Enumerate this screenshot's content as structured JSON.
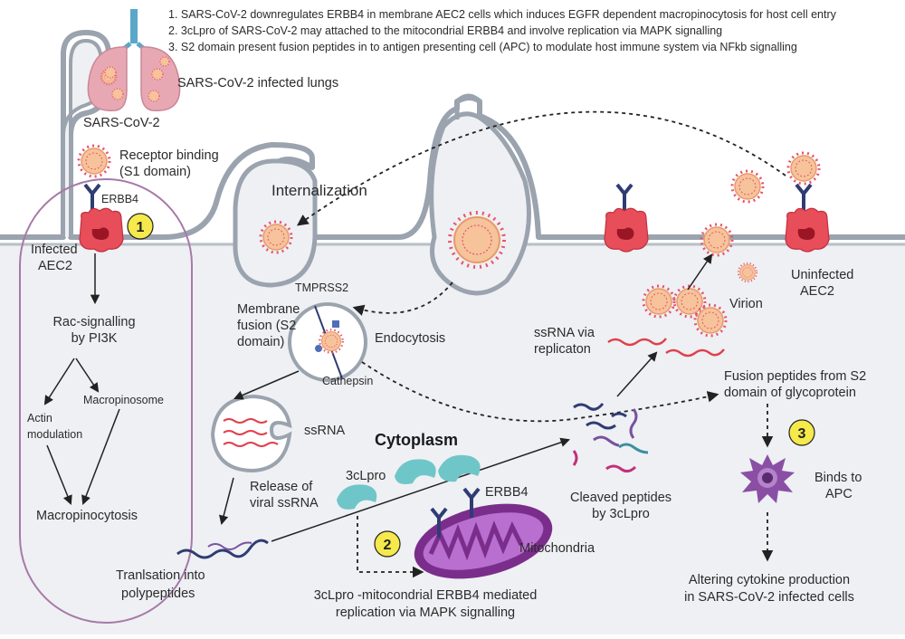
{
  "notes": [
    "1. SARS-CoV-2 downregulates ERBB4 in membrane AEC2 cells which induces EGFR dependent macropinocytosis for host cell entry",
    "2. 3cLpro of SARS-CoV-2 may attached to the mitocondrial ERBB4 and involve replication via MAPK signalling",
    "3. S2 domain present fusion peptides in to antigen presenting cell (APC) to modulate host immune system via NFkb signalling"
  ],
  "labels": {
    "infected_lungs": "SARS-CoV-2 infected lungs",
    "sars_cov_2": "SARS-CoV-2",
    "receptor_binding_1": "Receptor binding",
    "receptor_binding_2": "(S1 domain)",
    "erbb4_top": "ERBB4",
    "infected_1": "Infected",
    "infected_2": "AEC2",
    "internalization": "Internalization",
    "rac_1": "Rac-signalling",
    "rac_2": "by PI3K",
    "actin_1": "Actin",
    "actin_2": "modulation",
    "macropinosome": "Macropinosome",
    "macropinocytosis": "Macropinocytosis",
    "tmprss2": "TMPRSS2",
    "membrane_fusion_1": "Membrane",
    "membrane_fusion_2": "fusion (S2",
    "membrane_fusion_3": "domain)",
    "endocytosis": "Endocytosis",
    "cathepsin": "Cathepsin",
    "ssrna": "ssRNA",
    "cytoplasm": "Cytoplasm",
    "release_1": "Release of",
    "release_2": "viral ssRNA",
    "threeclpro": "3cLpro",
    "erbb4_mito": "ERBB4",
    "mitochondria": "Mitochondria",
    "translation_1": "Tranlsation into",
    "translation_2": "polypeptides",
    "mito_repl_1": "3cLpro -mitocondrial ERBB4 mediated",
    "mito_repl_2": "replication via MAPK signalling",
    "ssrna_repl_1": "ssRNA via",
    "ssrna_repl_2": "replicaton",
    "virion": "Virion",
    "uninfected_1": "Uninfected",
    "uninfected_2": "AEC2",
    "fusion_pep_1": "Fusion peptides from S2",
    "fusion_pep_2": "domain of glycoprotein",
    "cleaved_1": "Cleaved peptides",
    "cleaved_2": "by 3cLpro",
    "binds_1": "Binds to",
    "binds_2": "APC",
    "altering_1": "Altering cytokine production",
    "altering_2": "in SARS-CoV-2 infected cells"
  },
  "badges": {
    "one": "1",
    "two": "2",
    "three": "3"
  },
  "colors": {
    "cytoplasm": "#eef0f3",
    "membrane": "#9aa3ae",
    "virus": "#f4b183",
    "virus_spike": "#e9546b",
    "receptor": "#2f3c73",
    "aec2": "#e84e5a",
    "badge": "#f5e94b",
    "mito": "#7b2d8c",
    "protease": "#6fc6c9",
    "apc": "#8a4fa5",
    "pink_frame": "#a779a8"
  }
}
